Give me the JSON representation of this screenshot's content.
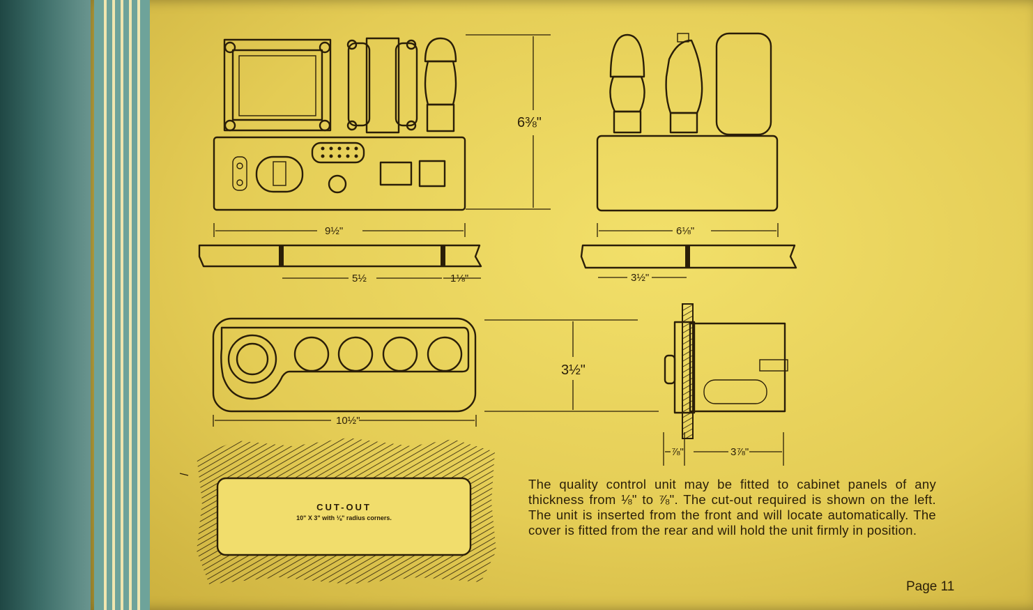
{
  "dimensions": {
    "chassis_width": "9½\"",
    "chassis_height": "6⅜\"",
    "chassis_depth": "6⅛\"",
    "base_span": "5½",
    "base_edge": "1⅛\"",
    "side_span": "3½\"",
    "panel_length": "10½\"",
    "panel_height": "3½\"",
    "panel_thickness": "⅞\"",
    "rear_depth": "3⅞\""
  },
  "cutout": {
    "title": "CUT-OUT",
    "subtitle": "10\" X 3\"  with ⅛\" radius corners."
  },
  "caption": "The quality control unit may be fitted to cabinet panels of any thickness from ⅛\" to ⅞\".  The cut-out required is shown on the left.  The unit is inserted from the front and will locate automatically.  The cover is fitted from the rear and will hold the unit firmly in position.",
  "footer": {
    "page_label": "Page 11"
  }
}
